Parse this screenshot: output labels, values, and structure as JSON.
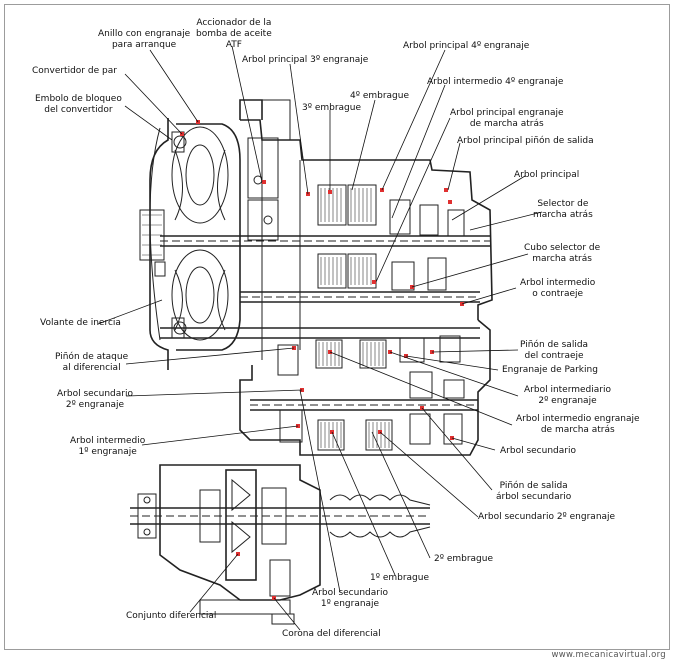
{
  "labels": {
    "anillo": "Anillo con engranaje\npara arranque",
    "accionador": "Accionador de la\nbomba de aceite\nATF",
    "convertidor": "Convertidor de par",
    "embolo": "Embolo de bloqueo\ndel convertidor",
    "ap3": "Arbol principal 3º engranaje",
    "ap4": "Arbol principal 4º engranaje",
    "ai4": "Arbol intermedio 4º engranaje",
    "e4": "4º embrague",
    "e3": "3º embrague",
    "apma": "Arbol principal engranaje\nde marcha atrás",
    "appiñon": "Arbol principal piñón de salida",
    "ap": "Arbol principal",
    "selector": "Selector de\nmarcha atrás",
    "cubo": "Cubo selector de\nmarcha atrás",
    "ai": "Arbol intermedio\no contraeje",
    "volante": "Volante de inercia",
    "ataque": "Piñón de ataque\nal diferencial",
    "salidacontraeje": "Piñón de salida\ndel contraeje",
    "parking": "Engranaje de Parking",
    "as2": "Arbol secundario\n2º engranaje",
    "aim2": "Arbol intermediario\n2º engranaje",
    "aima": "Arbol intermedio engranaje\nde marcha atrás",
    "ai1": "Arbol intermedio\n1º engranaje",
    "asec": "Arbol secundario",
    "psas": "Piñón de salida\nárbol secundario",
    "as2b": "Arbol secundario 2º engranaje",
    "e2": "2º embrague",
    "e1": "1º embrague",
    "as1": "Arbol secundario\n1º engranaje",
    "conjunto": "Conjunto diferencial",
    "corona": "Corona del diferencial"
  },
  "watermark": "www.mecanicavirtual.org"
}
